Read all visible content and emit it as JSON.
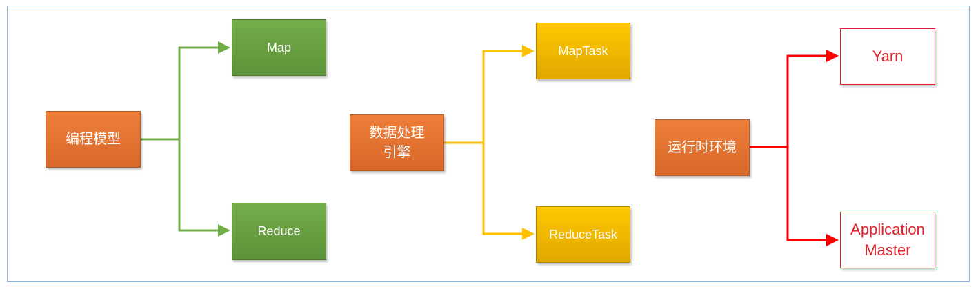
{
  "colors": {
    "green_line": "#70ad47",
    "gold_line": "#ffc000",
    "red_line": "#ff0000",
    "frame": "#8fb4dc"
  },
  "groups": [
    {
      "root": {
        "label": "编程模型"
      },
      "children": [
        {
          "label": "Map"
        },
        {
          "label": "Reduce"
        }
      ]
    },
    {
      "root": {
        "label": "数据处理\n引擎"
      },
      "children": [
        {
          "label": "MapTask"
        },
        {
          "label": "ReduceTask"
        }
      ]
    },
    {
      "root": {
        "label": "运行时环境"
      },
      "children": [
        {
          "label": "Yarn"
        },
        {
          "label": "Application\nMaster"
        }
      ]
    }
  ]
}
